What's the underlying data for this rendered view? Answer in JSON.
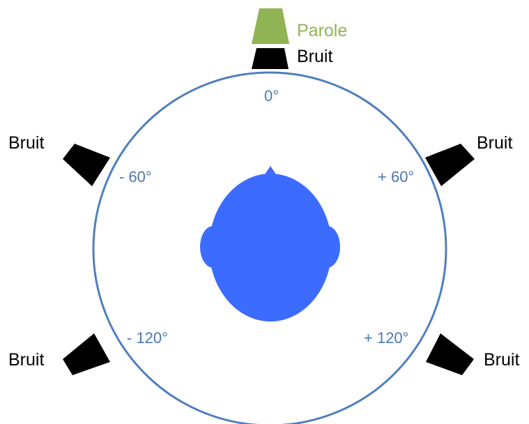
{
  "colors": {
    "circle": "#4f7fbd",
    "head": "#3c6bff",
    "angle_text": "#4a78b6",
    "speech_speaker": "#90b454",
    "speech_text": "#90b454",
    "noise_speaker": "#000000"
  },
  "speech": {
    "label": "Parole",
    "icon": "speaker-icon"
  },
  "noise_label": "Bruit",
  "speakers": [
    {
      "position": "0°",
      "label": "Bruit",
      "icon": "speaker-icon"
    },
    {
      "position": "- 60°",
      "label": "Bruit",
      "icon": "speaker-icon"
    },
    {
      "position": "+ 60°",
      "label": "Bruit",
      "icon": "speaker-icon"
    },
    {
      "position": "- 120°",
      "label": "Bruit",
      "icon": "speaker-icon"
    },
    {
      "position": "+ 120°",
      "label": "Bruit",
      "icon": "speaker-icon"
    }
  ],
  "angles": {
    "a0": "0°",
    "m60": "- 60°",
    "p60": "+ 60°",
    "m120": "- 120°",
    "p120": "+ 120°"
  },
  "listener": {
    "icon": "head-icon"
  }
}
